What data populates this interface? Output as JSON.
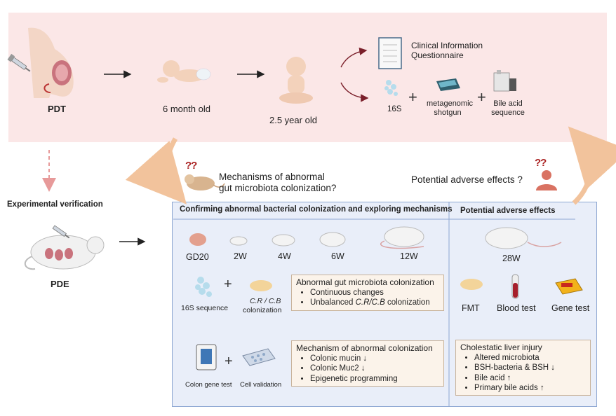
{
  "top": {
    "pdt": "PDT",
    "age_6m": "6 month old",
    "age_2_5y": "2.5 year old",
    "clinical": [
      "Clinical Information",
      "Questionnaire"
    ],
    "s16": "16S",
    "metagenomic": [
      "metagenomic",
      "shotgun"
    ],
    "bile_seq": [
      "Bile acid",
      "sequence"
    ]
  },
  "middle": {
    "mechanisms_q": [
      "Mechanisms of abnormal",
      "gut microbiota colonization?"
    ],
    "potential_q": "Potential adverse effects ?",
    "experimental": "Experimental  verification",
    "pde": "PDE",
    "question_mark_icon": "??"
  },
  "box": {
    "left_header": "Confirming abnormal bacterial colonization and exploring mechanisms",
    "right_header": "Potential adverse effects",
    "ages": [
      "GD20",
      "2W",
      "4W",
      "6W",
      "12W"
    ],
    "age_28w": "28W",
    "s16_sequence": "16S sequence",
    "cr_cb": "C.R / C.B",
    "colonization": "colonization",
    "colon_gene": "Colon gene test",
    "cell_validation": "Cell validation",
    "fmt": "FMT",
    "blood": "Blood test",
    "gene": "Gene test",
    "note1": {
      "title": "Abnormal gut microbiota colonization",
      "items": [
        "Continuous changes",
        "Unbalanced C.R/C.B colonization"
      ]
    },
    "note2": {
      "title": "Mechanism of abnormal colonization",
      "items": [
        "Colonic mucin ↓",
        "Colonic Muc2 ↓",
        "Epigenetic programming"
      ]
    },
    "note3": {
      "title": "Cholestatic liver injury",
      "items": [
        "Altered microbiota",
        "BSH-bacteria & BSH ↓",
        "Bile acid ↑",
        "Primary bile acids ↑"
      ]
    },
    "plus": "+"
  },
  "colors": {
    "top_band": "#fbe7e7",
    "box_fill": "#e9eef9",
    "box_border": "#8da6d2",
    "arrow_dark": "#7a1f2a",
    "arrow_orange": "#f2c39c",
    "dashed_arrow": "#e79a9a"
  }
}
